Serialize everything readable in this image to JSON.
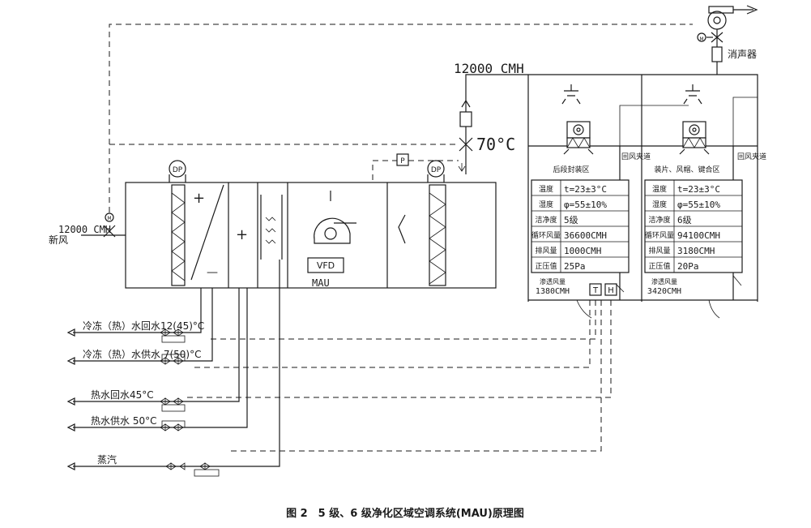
{
  "caption": "图 2　5 级、6 级净化区域空调系统(MAU)原理图",
  "labels": {
    "fresh_air": "新风",
    "fresh_air_flow": "12000 CMH",
    "supply_flow": "12000 CMH",
    "temp": "70°C",
    "muffler": "消声器",
    "dp_left": "DP",
    "dp_right": "DP",
    "p": "P",
    "vfd": "VFD",
    "mau": "MAU",
    "m_fresh": "M",
    "m_exhaust": "M",
    "sensor_t": "T",
    "sensor_h": "H",
    "return_duct_1": "回风夹道",
    "return_duct_2": "回风夹道",
    "coil_plus_1": "+",
    "coil_minus": "—",
    "coil_plus_2": "+"
  },
  "pipes": [
    {
      "label": "冷冻（热）水回水12(45)°C"
    },
    {
      "label": "冷冻（热）水供水 7(50)°C"
    },
    {
      "label": "热水回水45°C"
    },
    {
      "label": "热水供水 50°C"
    },
    {
      "label": "蒸汽"
    }
  ],
  "zones": [
    {
      "title": "后段封装区",
      "rows": [
        {
          "k": "温度",
          "v": "t=23±3°C"
        },
        {
          "k": "湿度",
          "v": "φ=55±10%"
        },
        {
          "k": "洁净度",
          "v": "5级"
        },
        {
          "k": "循环风量",
          "v": "36600CMH"
        },
        {
          "k": "排风量",
          "v": "1000CMH"
        },
        {
          "k": "正压值",
          "v": "25Pa"
        }
      ],
      "leak_label": "渗透风量",
      "leak_value": "1380CMH"
    },
    {
      "title": "装片、风帽、键合区",
      "rows": [
        {
          "k": "温度",
          "v": "t=23±3°C"
        },
        {
          "k": "湿度",
          "v": "φ=55±10%"
        },
        {
          "k": "洁净度",
          "v": "6级"
        },
        {
          "k": "循环风量",
          "v": "94100CMH"
        },
        {
          "k": "排风量",
          "v": "3180CMH"
        },
        {
          "k": "正压值",
          "v": "20Pa"
        }
      ],
      "leak_label": "渗透风量",
      "leak_value": "3420CMH"
    }
  ]
}
